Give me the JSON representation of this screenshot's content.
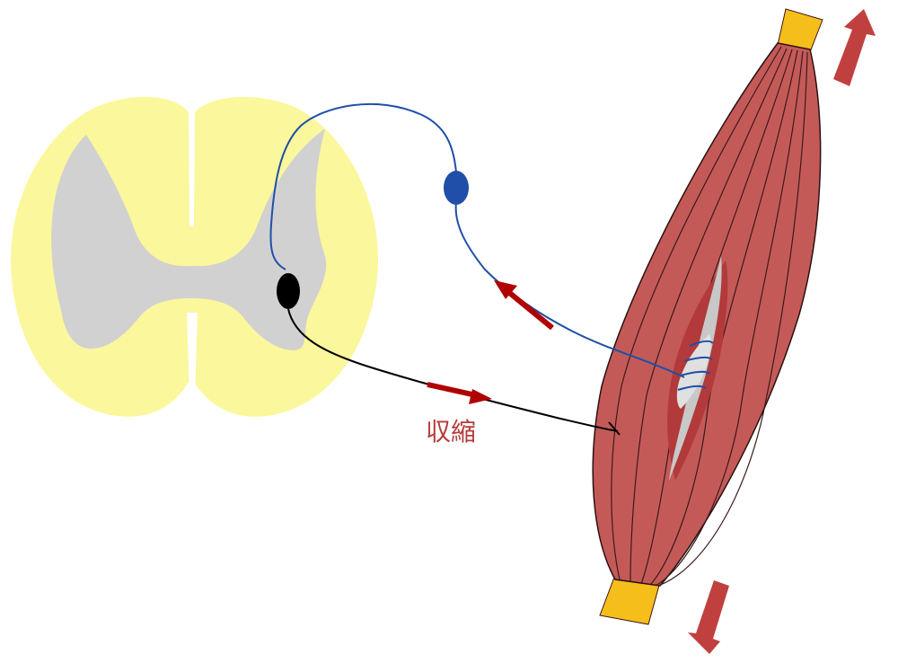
{
  "labels": {
    "contraction": "収縮"
  },
  "colors": {
    "white_matter": "#fbf79c",
    "gray_matter": "#d1d1d1",
    "muscle": "#c45a58",
    "muscle_dark": "#b23a3a",
    "tendon": "#f6be1a",
    "spindle": "#c8c8c8",
    "afferent_nerve": "#1f4fa8",
    "efferent_nerve": "#000000",
    "signal_arrow": "#b00000",
    "stretch_arrow": "#c04040",
    "label_text": "#b73a3a"
  },
  "icons": {
    "sensory_neuron_cell_body": "blue-oval",
    "motor_neuron_cell_body": "black-oval"
  }
}
